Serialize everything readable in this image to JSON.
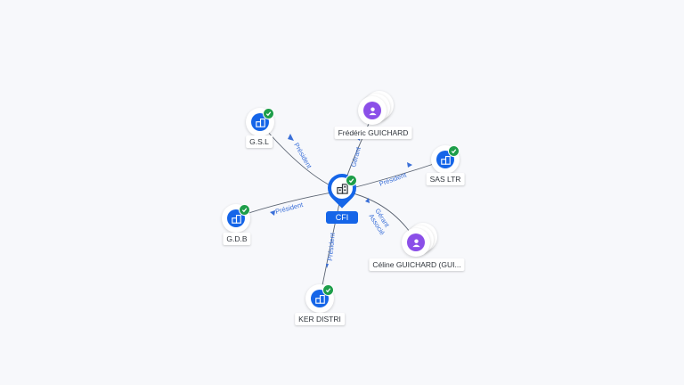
{
  "center": {
    "label": "CFI",
    "icon": "building-icon",
    "verified": true
  },
  "companies": [
    {
      "key": "gsl",
      "label": "G.S.L",
      "icon": "building-icon",
      "verified": true
    },
    {
      "key": "sasltr",
      "label": "SAS LTR",
      "icon": "building-icon",
      "verified": true
    },
    {
      "key": "gdb",
      "label": "G.D.B",
      "icon": "building-icon",
      "verified": true
    },
    {
      "key": "kerdistri",
      "label": "KER DISTRI",
      "icon": "building-icon",
      "verified": true
    }
  ],
  "persons": [
    {
      "key": "frederic",
      "label": "Frédéric GUICHARD",
      "icon": "person-icon"
    },
    {
      "key": "celine",
      "label": "Céline GUICHARD (GUI...",
      "icon": "person-icon"
    }
  ],
  "edges": {
    "gsl": "Président",
    "frederic": "Gérant",
    "sasltr": "Président",
    "gdb": "Président",
    "celine_1": "Gérant",
    "celine_2": "Associé",
    "kerdistri": "Président"
  },
  "colors": {
    "company": "#1565e8",
    "person": "#8b4fe8",
    "verified": "#1e9e4a",
    "edge_label": "#3a6fd8"
  }
}
